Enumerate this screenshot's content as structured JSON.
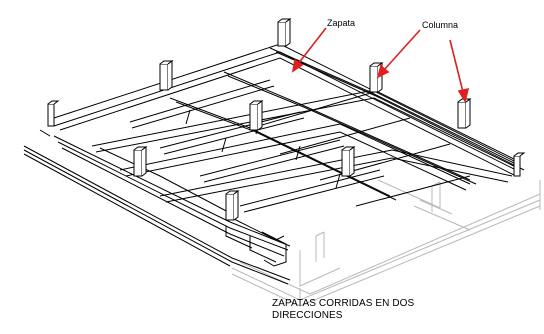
{
  "labels": {
    "zapata": "Zapata",
    "columna": "Columna"
  },
  "caption": {
    "line1": "ZAPATAS CORRIDAS EN DOS",
    "line2": "DIRECCIONES"
  },
  "colors": {
    "drawing_line": "#000000",
    "faded_line": "#b8b8b8",
    "arrow": "#e02020"
  }
}
